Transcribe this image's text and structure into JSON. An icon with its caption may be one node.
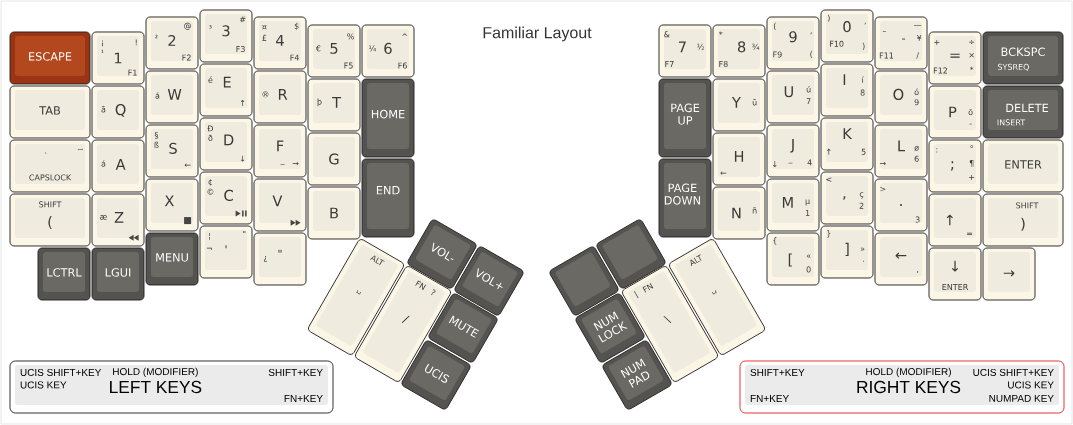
{
  "diagram": {
    "title": "Familiar Layout",
    "nodes": [
      {
        "text": [
          "ESCAPE"
        ]
      },
      {
        "text": [
          "¡",
          "¹",
          "!",
          "1",
          "F1"
        ]
      },
      {
        "text": [
          "²",
          "@",
          "2",
          "F2"
        ]
      },
      {
        "text": [
          "³",
          "#",
          "3",
          "F3"
        ]
      },
      {
        "text": [
          "¤",
          "£",
          "$",
          "4",
          "F4"
        ]
      },
      {
        "text": [
          "€",
          "%",
          "5",
          "F5"
        ]
      },
      {
        "text": [
          "¼",
          "^",
          "6",
          "F6"
        ]
      },
      {
        "text": [
          "TAB"
        ]
      },
      {
        "text": [
          "ā",
          "Q"
        ]
      },
      {
        "text": [
          "á",
          "W"
        ]
      },
      {
        "text": [
          "é",
          "E",
          "↑"
        ]
      },
      {
        "text": [
          "®",
          "R"
        ]
      },
      {
        "text": [
          "þ",
          "T"
        ]
      },
      {
        "text": [
          "HOME"
        ]
      },
      {
        "text": [
          "`",
          "~",
          "CAPSLOCK"
        ]
      },
      {
        "text": [
          "á",
          "A"
        ]
      },
      {
        "text": [
          "§",
          "ß",
          "S",
          "←"
        ]
      },
      {
        "text": [
          "Ð",
          "ð",
          "D",
          "↓"
        ]
      },
      {
        "text": [
          "F",
          "_",
          "→"
        ]
      },
      {
        "text": [
          "G"
        ]
      },
      {
        "text": [
          "END"
        ]
      },
      {
        "text": [
          "SHIFT",
          "("
        ]
      },
      {
        "text": [
          "æ",
          "Z"
        ]
      },
      {
        "text": [
          "X"
        ]
      },
      {
        "text": [
          "¢",
          "©",
          "C"
        ]
      },
      {
        "text": [
          "V"
        ]
      },
      {
        "text": [
          "B"
        ]
      },
      {
        "text": [
          "LCTRL"
        ]
      },
      {
        "text": [
          "LGUI"
        ]
      },
      {
        "text": [
          "MENU"
        ]
      },
      {
        "text": [
          "¦",
          "¬",
          "'",
          "\""
        ]
      },
      {
        "text": [
          "¿",
          "\""
        ]
      },
      {
        "text": [
          "VOL-"
        ]
      },
      {
        "text": [
          "VOL+"
        ]
      },
      {
        "text": [
          "ALT",
          "␣"
        ]
      },
      {
        "text": [
          "FN",
          "?",
          "/"
        ]
      },
      {
        "text": [
          "MUTE"
        ]
      },
      {
        "text": [
          "UCIS"
        ]
      },
      {
        "text": [
          "&",
          "7",
          "½",
          "F7"
        ]
      },
      {
        "text": [
          "*",
          "8",
          "¾",
          "F8"
        ]
      },
      {
        "text": [
          "(",
          "9",
          "‘",
          "F9",
          "("
        ]
      },
      {
        "text": [
          ")",
          "0",
          "’",
          "F10",
          ")"
        ]
      },
      {
        "text": [
          "–",
          "—",
          "-",
          "¥",
          "F11",
          "/"
        ]
      },
      {
        "text": [
          "+",
          "÷",
          "=",
          "×",
          "F12",
          "*"
        ]
      },
      {
        "text": [
          "BCKSPC",
          "SYSREQ"
        ]
      },
      {
        "text": [
          "PAGE UP"
        ]
      },
      {
        "text": [
          "Y",
          "ū"
        ]
      },
      {
        "text": [
          "U",
          "ú",
          "7"
        ]
      },
      {
        "text": [
          "I",
          "í",
          "8"
        ]
      },
      {
        "text": [
          "O",
          "ó",
          "9"
        ]
      },
      {
        "text": [
          "P",
          "ō",
          "-"
        ]
      },
      {
        "text": [
          "DELETE",
          "INSERT"
        ]
      },
      {
        "text": [
          "H",
          "←"
        ]
      },
      {
        "text": [
          "J",
          "↓",
          "_",
          "4"
        ]
      },
      {
        "text": [
          "K",
          "↑",
          "5"
        ]
      },
      {
        "text": [
          "L",
          "ø",
          "→",
          "6"
        ]
      },
      {
        "text": [
          ":",
          "°",
          ";",
          "¶",
          "+"
        ]
      },
      {
        "text": [
          "ENTER"
        ]
      },
      {
        "text": [
          "PAGE DOWN"
        ]
      },
      {
        "text": [
          "N",
          "ñ"
        ]
      },
      {
        "text": [
          "M",
          "µ",
          "1"
        ]
      },
      {
        "text": [
          "<",
          ",",
          "ç",
          "2"
        ]
      },
      {
        "text": [
          ">",
          ".",
          "3"
        ]
      },
      {
        "text": [
          "↑",
          "="
        ]
      },
      {
        "text": [
          "SHIFT",
          ")"
        ]
      },
      {
        "text": [
          "{",
          "[",
          "«",
          "0"
        ]
      },
      {
        "text": [
          "}",
          "]",
          "»",
          "."
        ]
      },
      {
        "text": [
          "←",
          ","
        ]
      },
      {
        "text": [
          "↓",
          "ENTER"
        ]
      },
      {
        "text": [
          "→"
        ]
      },
      {
        "text": [],
        "shape": "box"
      },
      {
        "text": [],
        "shape": "box"
      },
      {
        "text": [
          "|",
          "FN",
          "\\"
        ]
      },
      {
        "text": [
          "ALT",
          "␣"
        ]
      },
      {
        "text": [
          "NUM LOCK"
        ]
      },
      {
        "text": [
          "NUM PAD"
        ]
      },
      {
        "text": [
          "UCIS SHIFT+KEY",
          "UCIS KEY",
          "HOLD (MODIFIER)",
          "LEFT KEYS",
          "SHIFT+KEY",
          "FN+KEY"
        ]
      },
      {
        "text": [
          "SHIFT+KEY",
          "FN+KEY",
          "HOLD (MODIFIER)",
          "RIGHT KEYS",
          "UCIS SHIFT+KEY",
          "UCIS KEY",
          "NUMPAD KEY"
        ]
      }
    ]
  }
}
